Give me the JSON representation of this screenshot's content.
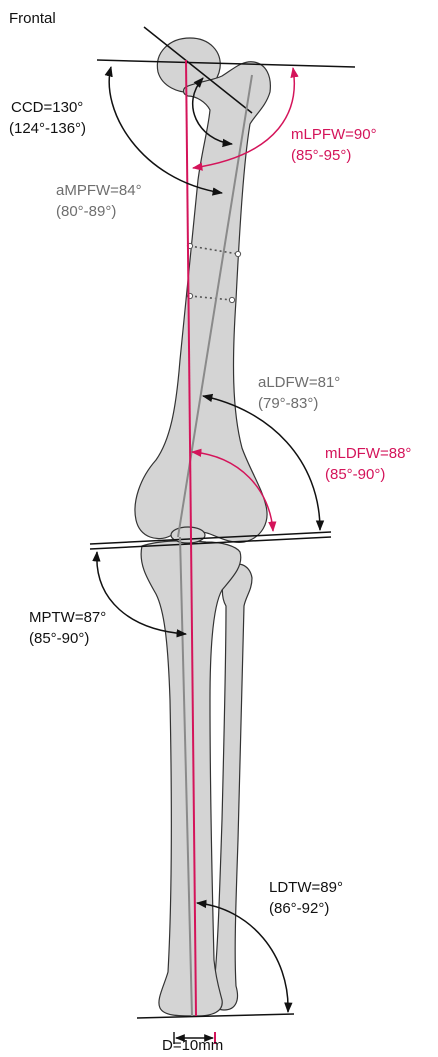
{
  "title": "Frontal",
  "colors": {
    "bone_fill": "#d4d4d4",
    "outline": "#333333",
    "black_line": "#111111",
    "gray_axis": "#8a8a8a",
    "mechanical_axis": "#d4145a",
    "gray_text": "#6e6e6e"
  },
  "angles": {
    "ccd": {
      "name": "CCD=130°",
      "range": "(124°-136°)"
    },
    "mlpfw": {
      "name": "mLPFW=90°",
      "range": "(85°-95°)"
    },
    "ampfw": {
      "name": "aMPFW=84°",
      "range": "(80°-89°)"
    },
    "aldfw": {
      "name": "aLDFW=81°",
      "range": "(79°-83°)"
    },
    "mldfw": {
      "name": "mLDFW=88°",
      "range": "(85°-90°)"
    },
    "mptw": {
      "name": "MPTW=87°",
      "range": "(85°-90°)"
    },
    "ldtw": {
      "name": "LDTW=89°",
      "range": "(86°-92°)"
    }
  },
  "distance": {
    "label": "D=10mm"
  }
}
